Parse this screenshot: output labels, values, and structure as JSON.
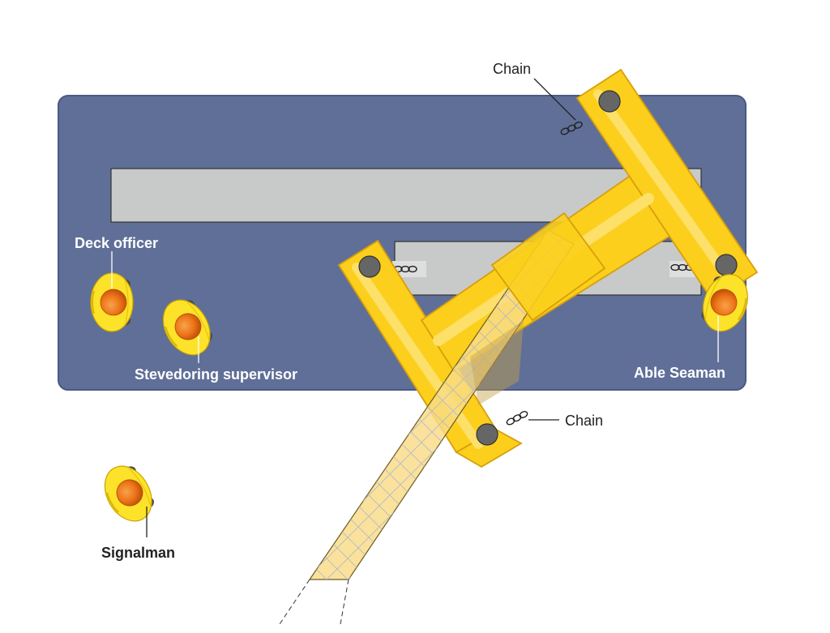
{
  "labels": {
    "deck_officer": "Deck officer",
    "stevedoring_supervisor": "Stevedoring supervisor",
    "able_seaman": "Able Seaman",
    "signalman": "Signalman",
    "chain_top": "Chain",
    "chain_bottom": "Chain"
  },
  "colors": {
    "deck": "#5f6f98",
    "deck_border": "#4a5a82",
    "hatch": "#c8c9c9",
    "frame": "#fbcf1c",
    "frame_inner": "#fde06a",
    "frame_edge": "#d79f0a",
    "boom": "#f9dc86",
    "pin": "#666666",
    "person_body": "#fde22a",
    "person_head": "#f07a1a",
    "person_boots": "#444444"
  }
}
